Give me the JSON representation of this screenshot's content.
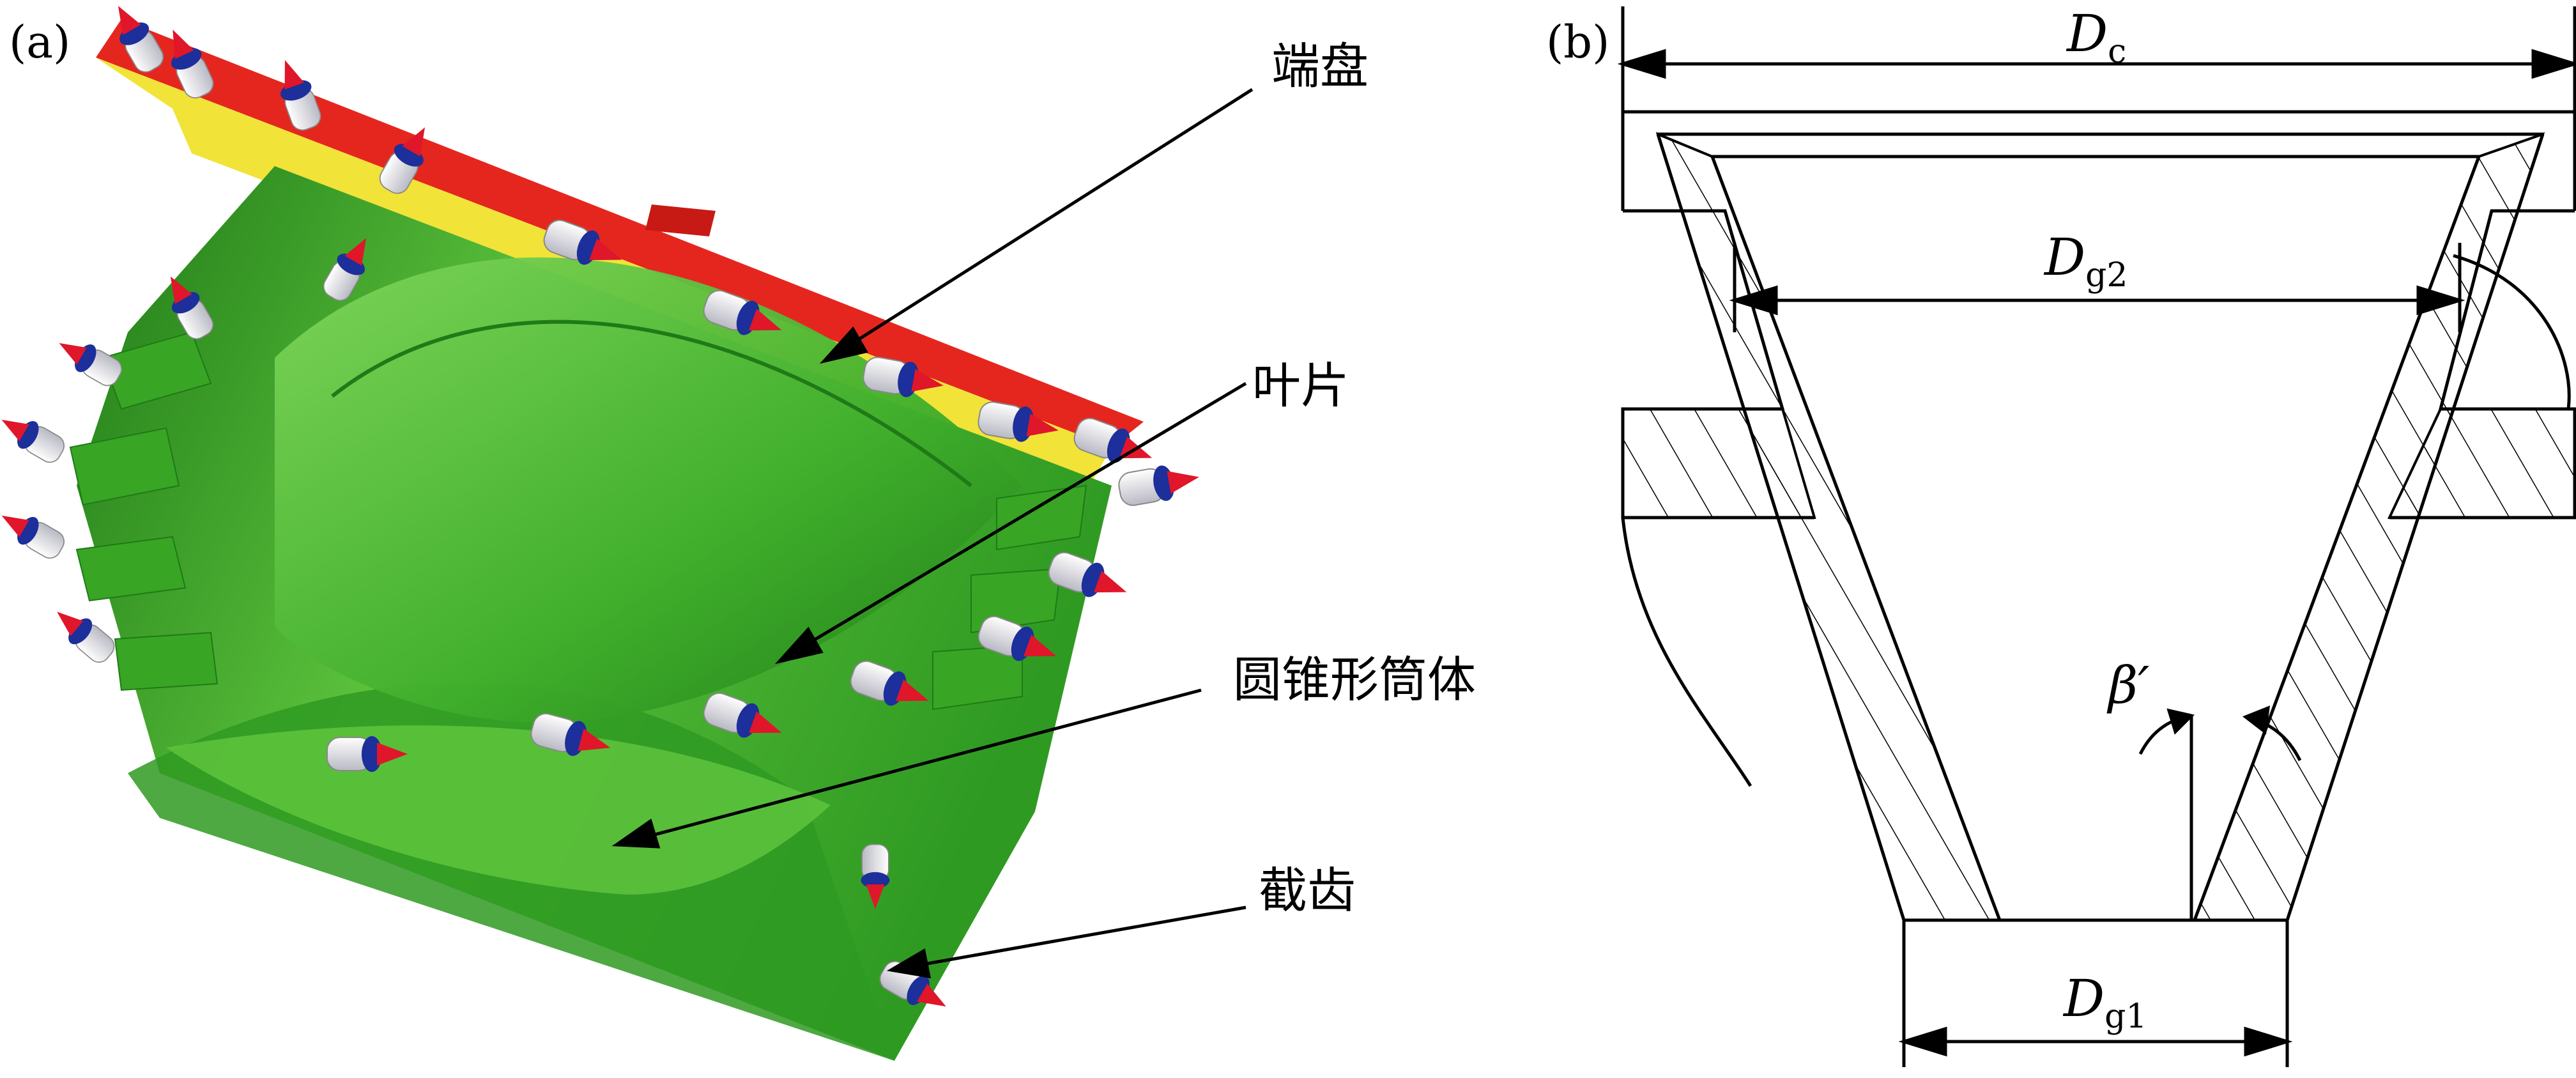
{
  "panel_a": {
    "tag": "(a)",
    "labels": {
      "end_disc": "端盘",
      "blade": "叶片",
      "cone_drum": "圆锥形筒体",
      "pick": "截齿"
    },
    "colors": {
      "drum_green": "#3fae2b",
      "drum_dark": "#1f7a17",
      "drum_light": "#7fd65a",
      "disc_red": "#e5261f",
      "disc_yellow": "#f1e338",
      "pick_blue": "#1c2f9a",
      "pick_white": "#e9e9ee",
      "pick_red": "#e0162a"
    }
  },
  "panel_b": {
    "tag": "(b)",
    "dims": {
      "dc_main": "D",
      "dc_sub": "c",
      "dg2_main": "D",
      "dg2_sub": "g2",
      "dg1_main": "D",
      "dg1_sub": "g1",
      "beta": "β′"
    }
  }
}
